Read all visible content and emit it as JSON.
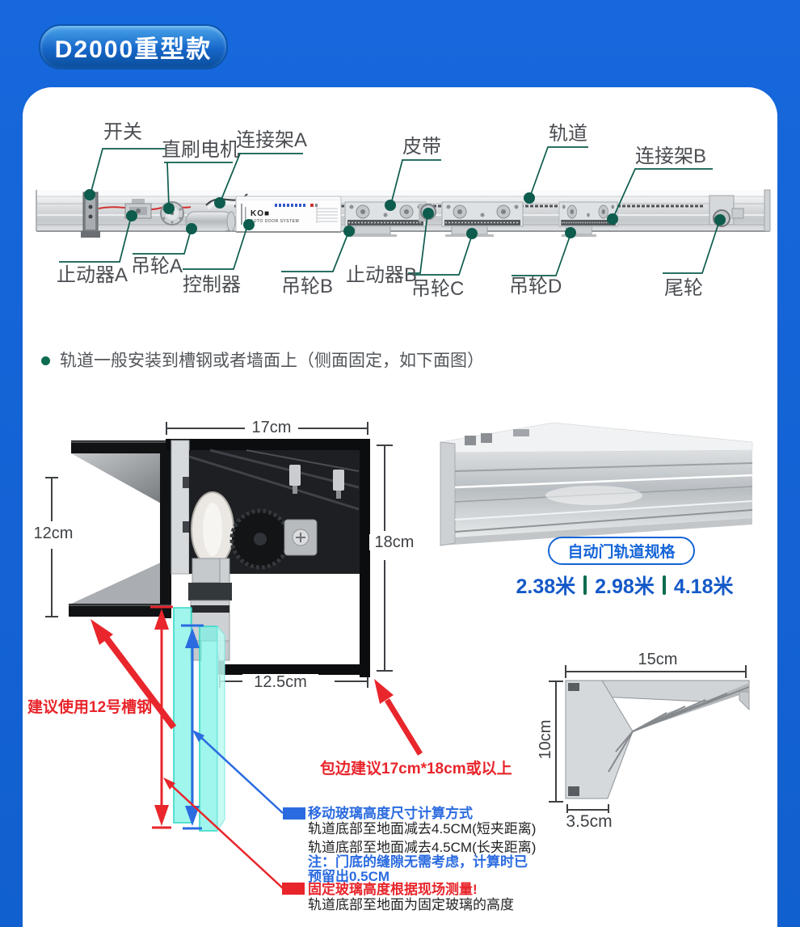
{
  "badge": "D2000重型款",
  "note": "轨道一般安装到槽钢或者墙面上（侧面固定，如下面图）",
  "mechanism": {
    "labels": [
      "开关",
      "直刷电机",
      "连接架A",
      "皮带",
      "轨道",
      "连接架B",
      "止动器A",
      "吊轮A",
      "控制器",
      "吊轮B",
      "止动器B",
      "吊轮C",
      "吊轮D",
      "尾轮"
    ],
    "controller_brand": "KO■",
    "controller_sub": "AUTO DOOR SYSTEM"
  },
  "cross_section": {
    "dim_top": "17cm",
    "dim_left": "12cm",
    "dim_right": "18cm",
    "dim_bottom": "12.5cm",
    "channel_note": "建议使用12号槽钢",
    "wrap_note": "包边建议17cm*18cm或以上"
  },
  "track_spec": {
    "title": "自动门轨道规格",
    "sizes": [
      "2.38米",
      "2.98米",
      "4.18米"
    ]
  },
  "profile": {
    "dim_top": "15cm",
    "dim_left": "10cm",
    "dim_bottom": "3.5cm"
  },
  "legend": {
    "moving_title": "移动玻璃高度尺寸计算方式",
    "calc1": "轨道底部至地面减去4.5CM(短夹距离)",
    "calc2": "轨道底部至地面减去4.5CM(长夹距离)",
    "note1": "注：门底的缝隙无需考虑，计算时已",
    "note2": "预留出0.5CM",
    "fixed_title": "固定玻璃高度根据现场测量!",
    "fixed_desc": "轨道底部至地面为固定玻璃的高度"
  },
  "colors": {
    "background": "#1463d6",
    "accent_blue": "#1565d8",
    "red": "#e8252b",
    "leader_teal": "#0d5c4d",
    "glass": "#7df0e2"
  }
}
